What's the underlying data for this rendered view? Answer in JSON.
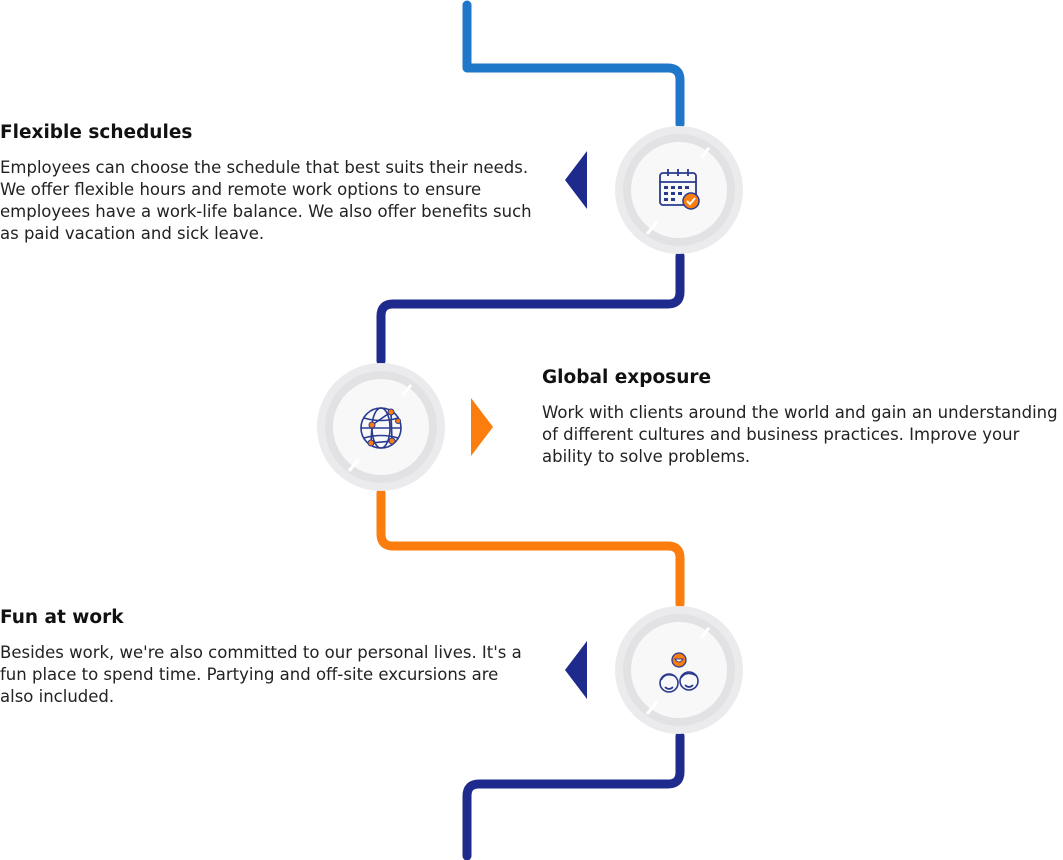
{
  "colors": {
    "blue_light": "#1f77c9",
    "navy": "#1e2a8c",
    "orange": "#fb7d0d",
    "circle_outer": "#e8e8ea",
    "circle_inner": "#f7f7f8"
  },
  "features": [
    {
      "title": "Flexible schedules",
      "description": "Employees can choose the schedule that best suits their needs. We offer flexible hours and remote work options to ensure employees have a work-life balance. We also offer benefits such as paid vacation and sick leave.",
      "icon": "calendar-check-icon",
      "pointer_color": "#1e2a8c"
    },
    {
      "title": "Global exposure",
      "description": "Work with clients around the world and gain an understanding of different cultures and business practices. Improve your ability to solve problems.",
      "icon": "globe-network-icon",
      "pointer_color": "#fb7d0d"
    },
    {
      "title": "Fun at work",
      "description": "Besides work, we're also committed to our personal lives. It's a fun place to spend time. Partying and off-site excursions are also included.",
      "icon": "happy-people-icon",
      "pointer_color": "#1e2a8c"
    }
  ]
}
